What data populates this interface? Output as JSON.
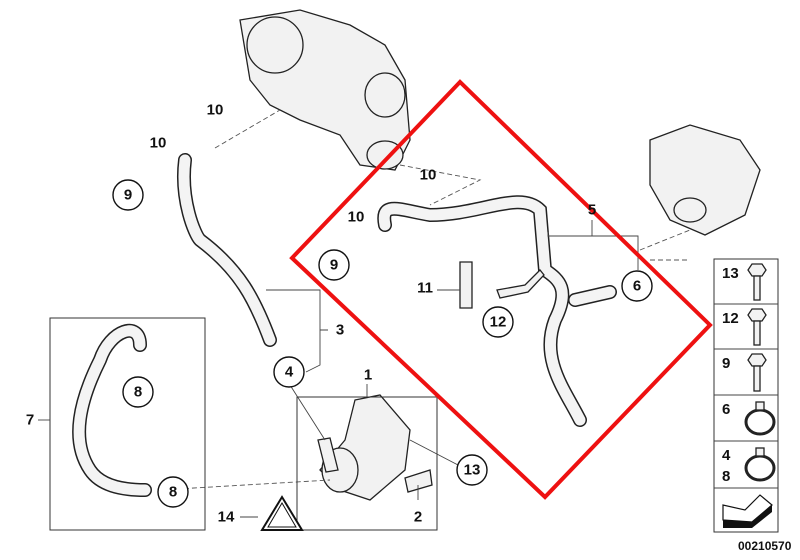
{
  "diagram": {
    "title": "Parts diagram - coolant hoses, turbocharger and auxiliary water pump",
    "diagram_code": "00210570",
    "highlight_color": "#ee1111",
    "callouts": [
      "10",
      "10",
      "9",
      "10",
      "10",
      "9",
      "5",
      "6",
      "11",
      "12",
      "3",
      "4",
      "1",
      "7",
      "8",
      "8",
      "13",
      "14",
      "2"
    ],
    "legend": [
      {
        "label": "13",
        "icon": "bolt-icon"
      },
      {
        "label": "12",
        "icon": "flange-bolt-icon"
      },
      {
        "label": "9",
        "icon": "banjo-bolt-icon"
      },
      {
        "label": "6",
        "icon": "hose-clamp-icon"
      },
      {
        "label": "4",
        "label2": "8",
        "icon": "hose-clamp-icon"
      },
      {
        "icon": "arrow-icon"
      }
    ]
  }
}
